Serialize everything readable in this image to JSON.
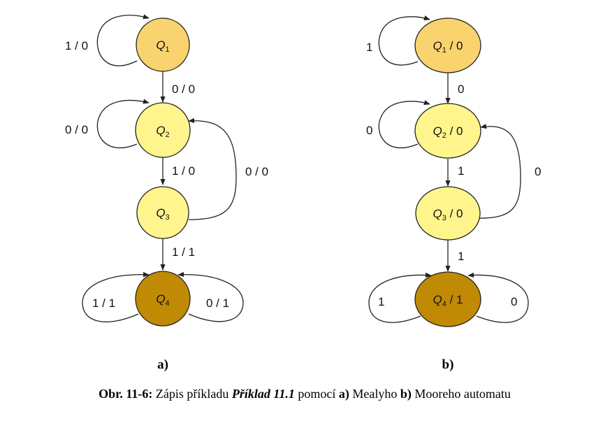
{
  "colors": {
    "q1": "#f9d36e",
    "q2": "#fff58c",
    "q3": "#fff58c",
    "q4": "#c08a04",
    "stroke": "#222222"
  },
  "mealy": {
    "panel_label": "a)",
    "states": [
      {
        "id": "q1",
        "name": "Q",
        "sub": "1",
        "output": ""
      },
      {
        "id": "q2",
        "name": "Q",
        "sub": "2",
        "output": ""
      },
      {
        "id": "q3",
        "name": "Q",
        "sub": "3",
        "output": ""
      },
      {
        "id": "q4",
        "name": "Q",
        "sub": "4",
        "output": ""
      }
    ],
    "edges": [
      {
        "from": "q1",
        "to": "q1",
        "label": "1 / 0"
      },
      {
        "from": "q1",
        "to": "q2",
        "label": "0 / 0"
      },
      {
        "from": "q2",
        "to": "q2",
        "label": "0 / 0"
      },
      {
        "from": "q2",
        "to": "q3",
        "label": "1 / 0"
      },
      {
        "from": "q3",
        "to": "q2",
        "label": "0 / 0"
      },
      {
        "from": "q3",
        "to": "q4",
        "label": "1 / 1"
      },
      {
        "from": "q4",
        "to": "q4",
        "label": "1 / 1"
      },
      {
        "from": "q4",
        "to": "q4",
        "label": "0 / 1"
      }
    ]
  },
  "moore": {
    "panel_label": "b)",
    "states": [
      {
        "id": "q1",
        "name": "Q",
        "sub": "1",
        "output": " / 0"
      },
      {
        "id": "q2",
        "name": "Q",
        "sub": "2",
        "output": " / 0"
      },
      {
        "id": "q3",
        "name": "Q",
        "sub": "3",
        "output": " / 0"
      },
      {
        "id": "q4",
        "name": "Q",
        "sub": "4",
        "output": " / 1"
      }
    ],
    "edges": [
      {
        "from": "q1",
        "to": "q1",
        "label": "1"
      },
      {
        "from": "q1",
        "to": "q2",
        "label": "0"
      },
      {
        "from": "q2",
        "to": "q2",
        "label": "0"
      },
      {
        "from": "q2",
        "to": "q3",
        "label": "1"
      },
      {
        "from": "q3",
        "to": "q2",
        "label": "0"
      },
      {
        "from": "q3",
        "to": "q4",
        "label": "1"
      },
      {
        "from": "q4",
        "to": "q4",
        "label": "1"
      },
      {
        "from": "q4",
        "to": "q4",
        "label": "0"
      }
    ]
  },
  "caption": {
    "prefix": "Obr. 11-6:",
    "text1": " Zápis příkladu ",
    "ref": "Příklad 11.1",
    "text2": " pomocí ",
    "a": "a)",
    "text3": " Mealyho ",
    "b": "b)",
    "text4": " Mooreho automatu"
  }
}
